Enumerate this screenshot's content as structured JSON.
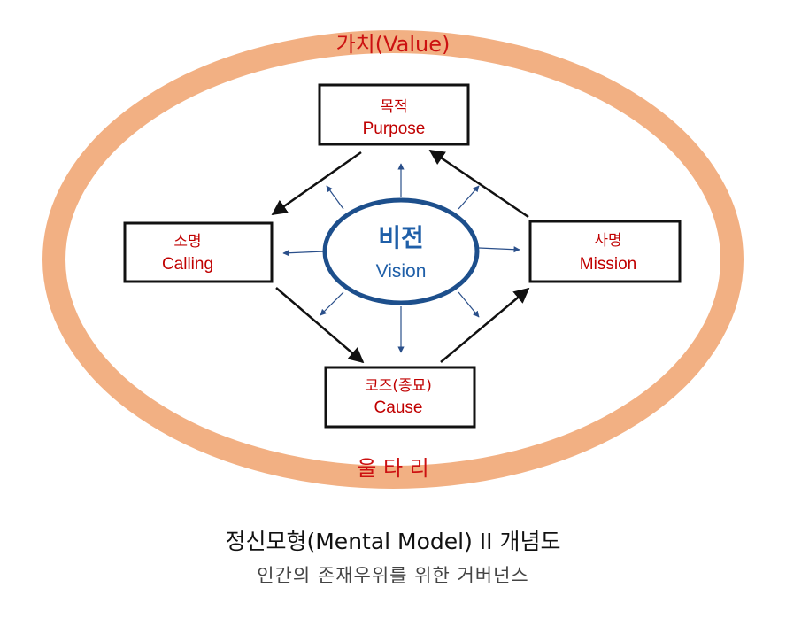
{
  "outer_ring": {
    "top_label": "가치(Value)",
    "bottom_label": "울 타 리"
  },
  "nodes": {
    "purpose": {
      "ko": "목적",
      "en": "Purpose"
    },
    "calling": {
      "ko": "소명",
      "en": "Calling"
    },
    "mission": {
      "ko": "사명",
      "en": "Mission"
    },
    "cause": {
      "ko": "코즈(종묘)",
      "en": "Cause"
    },
    "vision": {
      "ko": "비전",
      "en": "Vision"
    }
  },
  "caption": {
    "title": "정신모형(Mental Model) II 개념도",
    "subtitle": "인간의 존재우위를 위한 거버넌스"
  },
  "colors": {
    "ring": "#f2b083",
    "label_red": "#c00000",
    "vision_blue": "#1f5fa8",
    "arrow_dark": "#111111",
    "arrow_blue": "#2a4f8a"
  }
}
